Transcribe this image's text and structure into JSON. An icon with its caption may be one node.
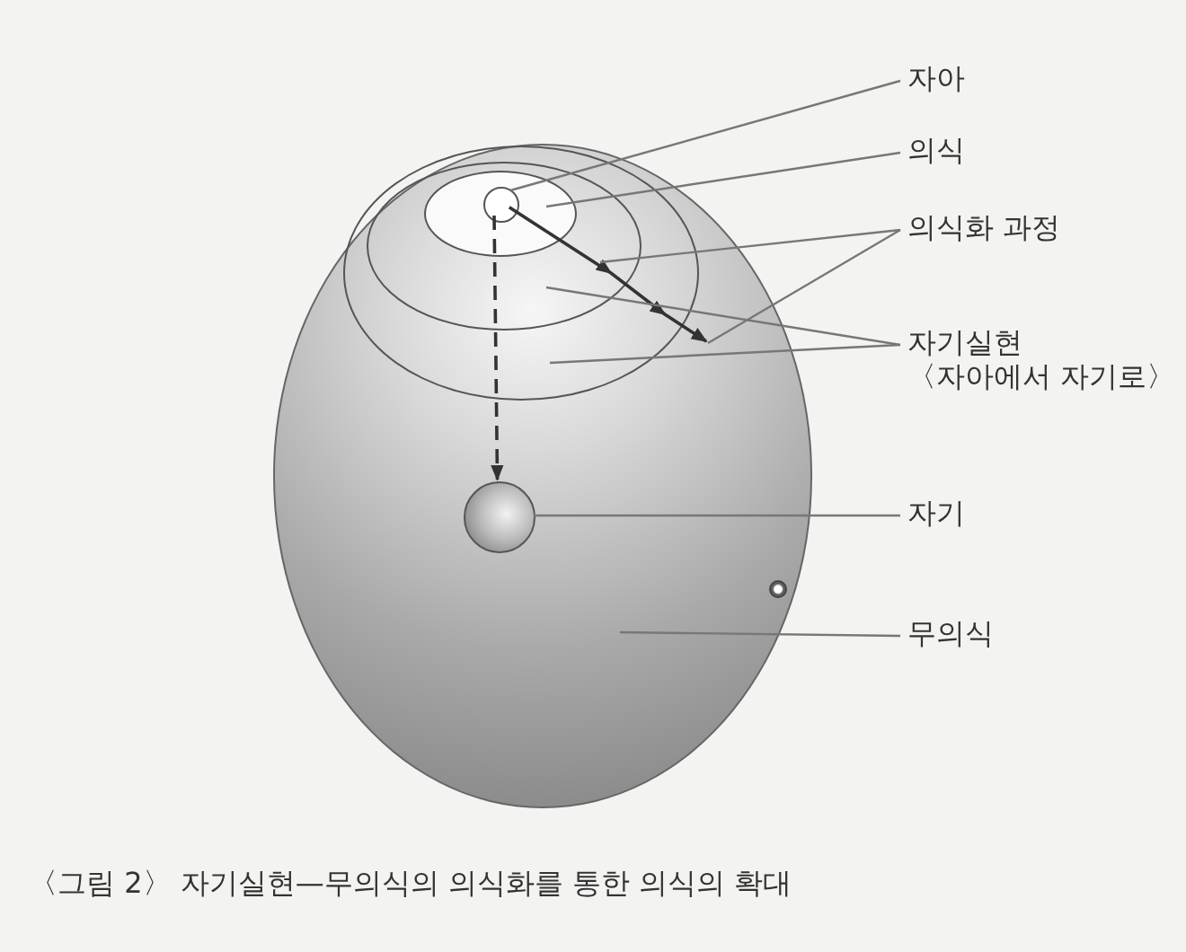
{
  "diagram": {
    "caption": "〈그림 2〉 자기실현—무의식의 의식화를 통한 의식의 확대",
    "nodes": [
      {
        "text": [],
        "shape": "circle"
      },
      {
        "text": [],
        "shape": "circle",
        "in": 0
      },
      {
        "text": [],
        "shape": "circle",
        "in": 1
      },
      {
        "text": [],
        "shape": "circle",
        "in": 2
      },
      {
        "text": [],
        "shape": "circle",
        "in": 3
      },
      {
        "text": [],
        "shape": "circle",
        "in": 0
      },
      {
        "text": [],
        "shape": "circle",
        "in": 0
      },
      {
        "text": [
          "자아"
        ]
      },
      {
        "text": [
          "의식"
        ]
      },
      {
        "text": [
          "의식화 과정"
        ]
      },
      {
        "text": [
          "자기실현",
          "〈자아에서 자기로〉"
        ]
      },
      {
        "text": [
          "자기"
        ]
      },
      {
        "text": [
          "무의식"
        ]
      }
    ],
    "edges": [
      {
        "from": 4,
        "to": null,
        "arrow": "to"
      },
      {
        "from": 4,
        "to": 5,
        "arrow": "to",
        "style": "dashed"
      },
      {
        "from": 7,
        "to": 4,
        "arrow": "none"
      },
      {
        "from": 8,
        "to": 3,
        "arrow": "none"
      },
      {
        "from": 9,
        "to": null,
        "arrow": "none"
      },
      {
        "from": 9,
        "to": 1,
        "arrow": "none"
      },
      {
        "from": 10,
        "to": 2,
        "arrow": "none"
      },
      {
        "from": 10,
        "to": 1,
        "arrow": "none"
      },
      {
        "from": 11,
        "to": 5,
        "arrow": "none"
      },
      {
        "from": 12,
        "to": 0,
        "arrow": "none"
      }
    ]
  }
}
